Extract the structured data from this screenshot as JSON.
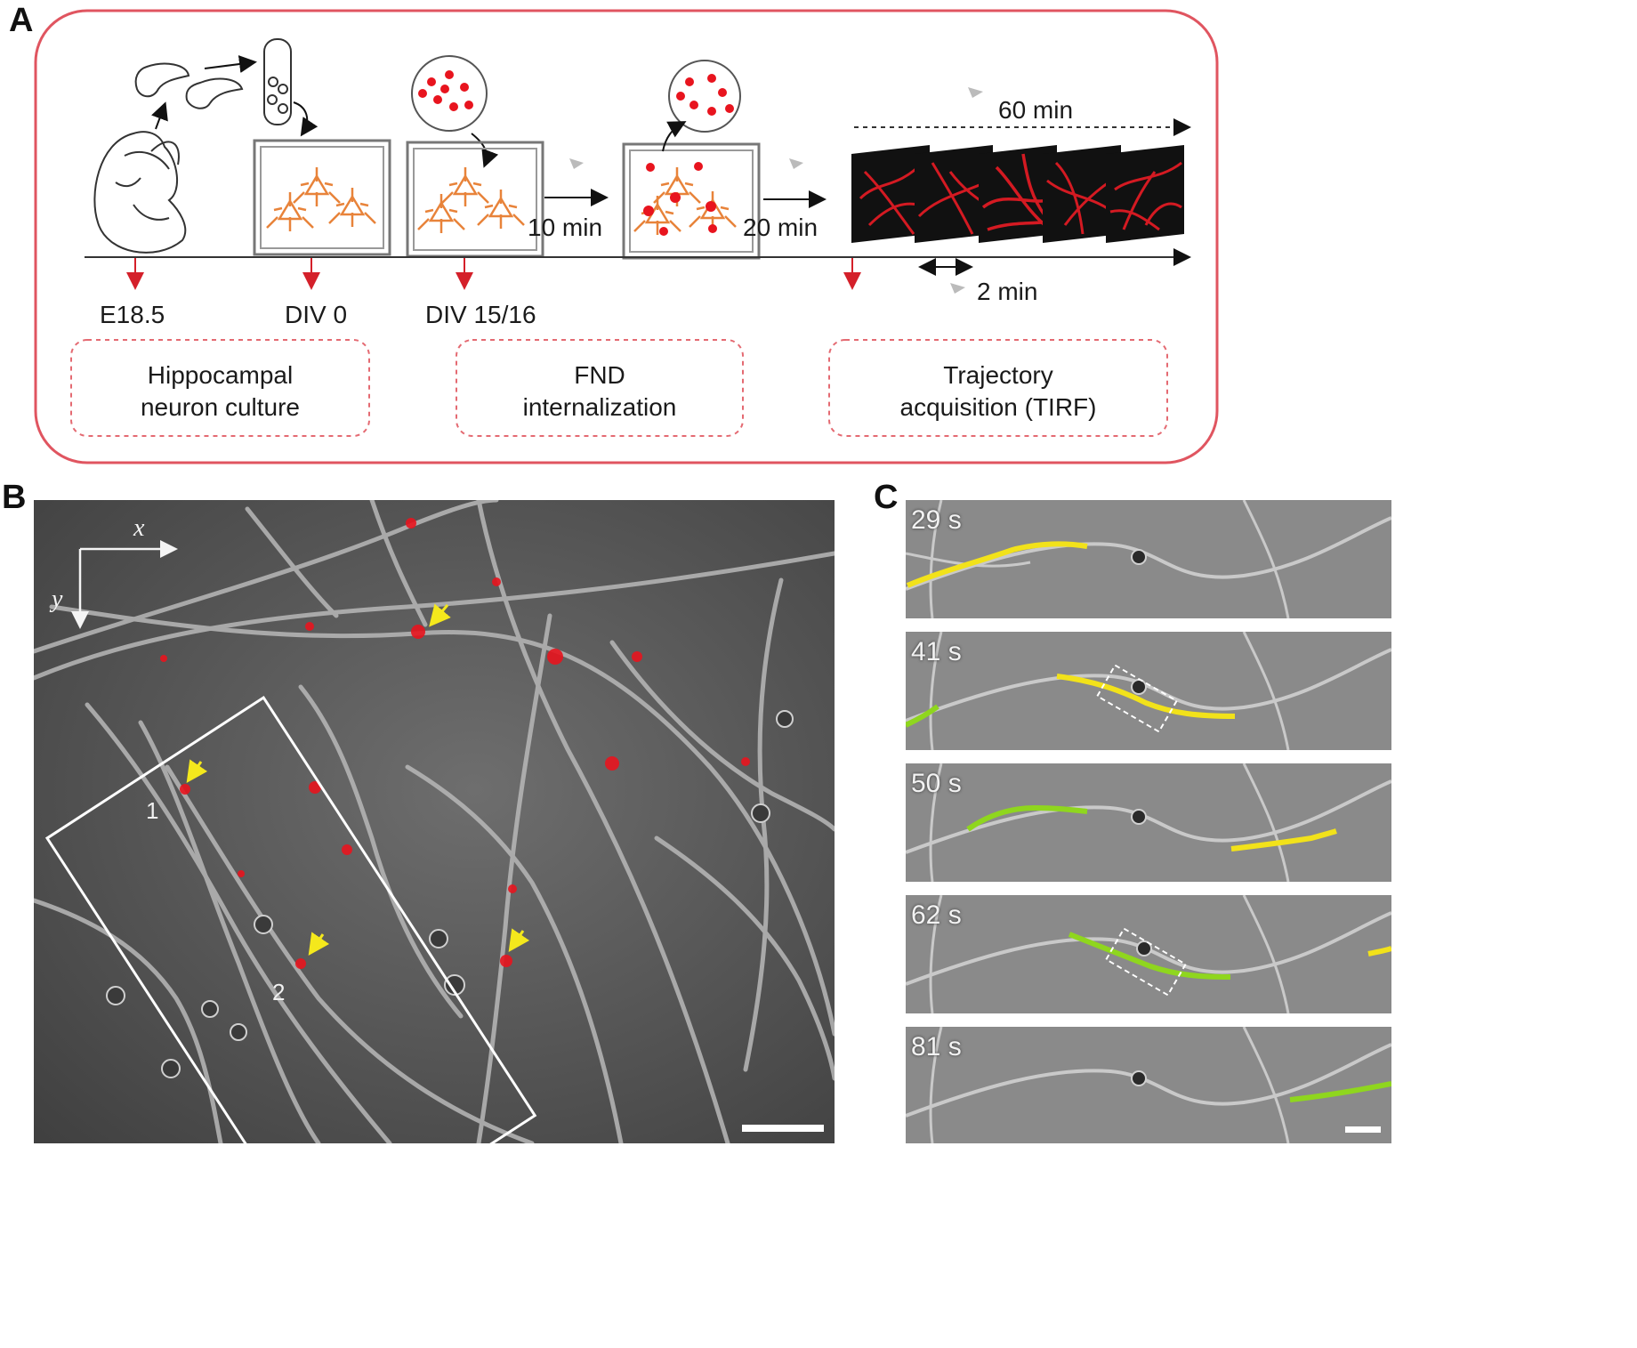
{
  "panels": {
    "a": {
      "letter": "A",
      "stage_labels": [
        "E18.5",
        "DIV 0",
        "DIV 15/16"
      ],
      "times": {
        "ten": "10 min",
        "twenty": "20 min",
        "sixty": "60 min",
        "two": "2 min"
      },
      "boxes": [
        {
          "line1": "Hippocampal",
          "line2": "neuron culture"
        },
        {
          "line1": "FND",
          "line2": "internalization"
        },
        {
          "line1": "Trajectory",
          "line2": "acquisition (TIRF)"
        }
      ]
    },
    "b": {
      "letter": "B",
      "axis_x": "x",
      "axis_y": "y",
      "region_labels": [
        "1",
        "2"
      ]
    },
    "c": {
      "letter": "C",
      "frames": [
        "29 s",
        "41 s",
        "50 s",
        "62 s",
        "81 s"
      ]
    }
  },
  "colors": {
    "frame_border": "#e05560",
    "dashed_box": "#e46a72",
    "red_arrow": "#d4202a",
    "fnd_red": "#e8141e",
    "neuron_orange": "#e8833a",
    "track_yellow": "#f2e21a",
    "track_green": "#8fd61e",
    "arrow_yellow": "#f4e81c"
  }
}
